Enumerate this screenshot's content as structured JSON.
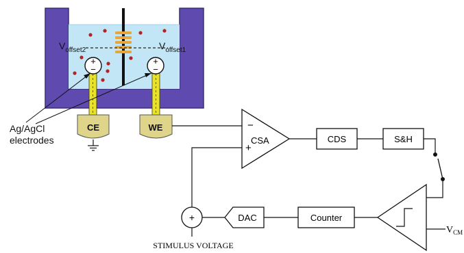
{
  "colors": {
    "vessel": "#5f4bb0",
    "vessel_stroke": "#3a2d7a",
    "solution": "#c2e6f6",
    "electrode_yellow": "#e8e32a",
    "connector": "#ded58a",
    "ion_red": "#b42323",
    "membrane": "#e6a63c",
    "wire": "#000000"
  },
  "electrodes": {
    "counter": "CE",
    "working": "WE",
    "annotation_line1": "Ag/AgCl",
    "annotation_line2": "electrodes"
  },
  "sources": {
    "offset2_main": "V",
    "offset2_sub": "offset2",
    "offset1_main": "V",
    "offset1_sub": "offset1",
    "plus_sign": "+",
    "minus_sign": "−"
  },
  "blocks": {
    "csa": "CSA",
    "csa_minus": "−",
    "csa_plus": "+",
    "cds": "CDS",
    "sh": "S&H",
    "dac": "DAC",
    "counter": "Counter",
    "summer_sign": "+"
  },
  "labels": {
    "vcm_main": "V",
    "vcm_sub": "CM",
    "stimulus": "STIMULUS VOLTAGE"
  },
  "icons": [
    "ground-icon",
    "membrane-pore-icon",
    "switch-icon",
    "hysteresis-icon"
  ]
}
